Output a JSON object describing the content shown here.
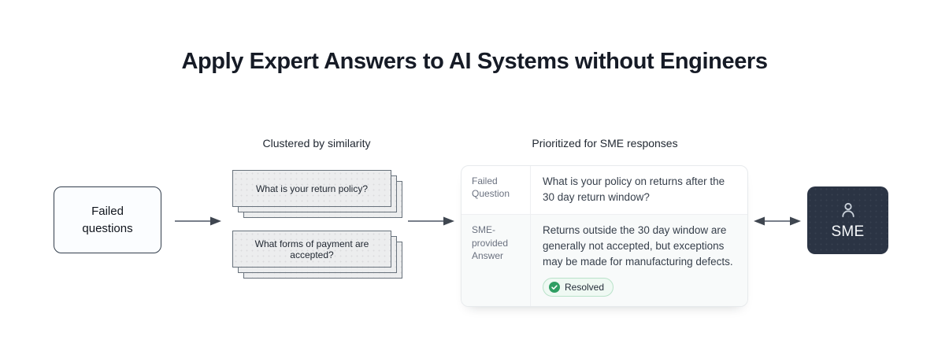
{
  "title": "Apply Expert Answers to AI Systems without Engineers",
  "failed_questions": {
    "label": "Failed questions"
  },
  "clusters": {
    "heading": "Clustered by similarity",
    "cards": [
      {
        "text": "What is your return policy?"
      },
      {
        "text": "What forms of payment are accepted?"
      }
    ]
  },
  "priority_table": {
    "heading": "Prioritized for SME responses",
    "rows": [
      {
        "label": "Failed Question",
        "value": "What is your policy on returns after the 30 day return window?"
      },
      {
        "label": "SME-provided Answer",
        "value": "Returns outside the 30 day window are generally not accepted, but exceptions may be made for manufacturing defects."
      }
    ],
    "status": {
      "label": "Resolved",
      "icon": "check-circle"
    }
  },
  "sme": {
    "label": "SME",
    "icon": "person"
  },
  "colors": {
    "title_text": "#161b26",
    "card_fill": "#ecedee",
    "card_border": "#68727c",
    "table_border": "#e7eaec",
    "label_text": "#6b7280",
    "value_text": "#363f4b",
    "badge_bg": "#eff9f3",
    "badge_border": "#b9e2c9",
    "badge_green": "#2f9e63",
    "dark_box": "#2b3444",
    "arrow": "#4b5563"
  }
}
